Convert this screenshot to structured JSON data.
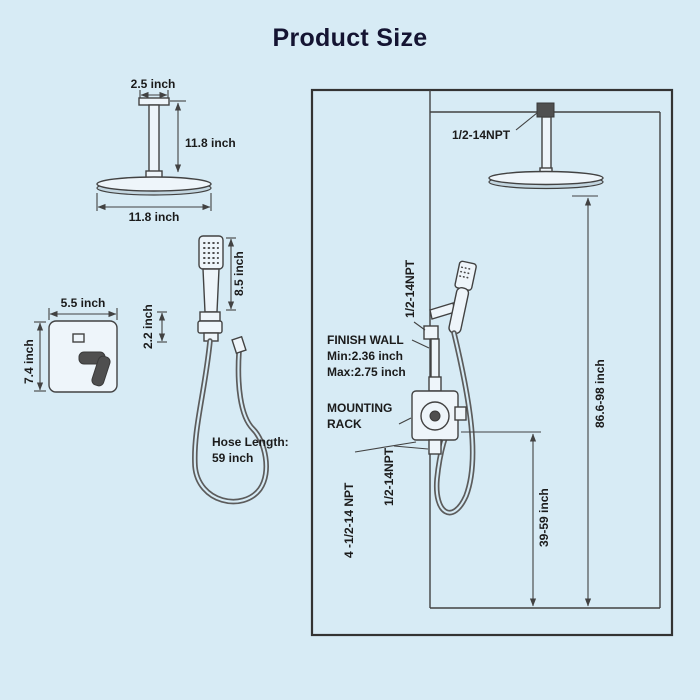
{
  "title": "Product Size",
  "colors": {
    "background": "#d7ebf5",
    "line": "#424242",
    "text": "#1b1b1b",
    "title": "#141432"
  },
  "ceiling_shower": {
    "arm_width": "2.5 inch",
    "arm_length": "11.8 inch",
    "head_diameter": "11.8 inch"
  },
  "hand_shower": {
    "wand_length": "8.5 inch",
    "holder_size": "2.2 inch",
    "hose_label": "Hose Length:",
    "hose_value": "59 inch"
  },
  "valve": {
    "width": "5.5 inch",
    "height": "7.4 inch"
  },
  "installation": {
    "ceiling_npt": "1/2-14NPT",
    "hand_npt": "1/2-14NPT",
    "finish_wall": "FINISH WALL",
    "finish_wall_min": "Min:2.36 inch",
    "finish_wall_max": "Max:2.75 inch",
    "mounting_1": "MOUNTING",
    "mounting_2": "RACK",
    "valve_npt": "1/2-14NPT",
    "ports_npt": "4 -1/2-14 NPT",
    "overall_height": "86.6-98 inch",
    "valve_height": "39-59 inch"
  }
}
